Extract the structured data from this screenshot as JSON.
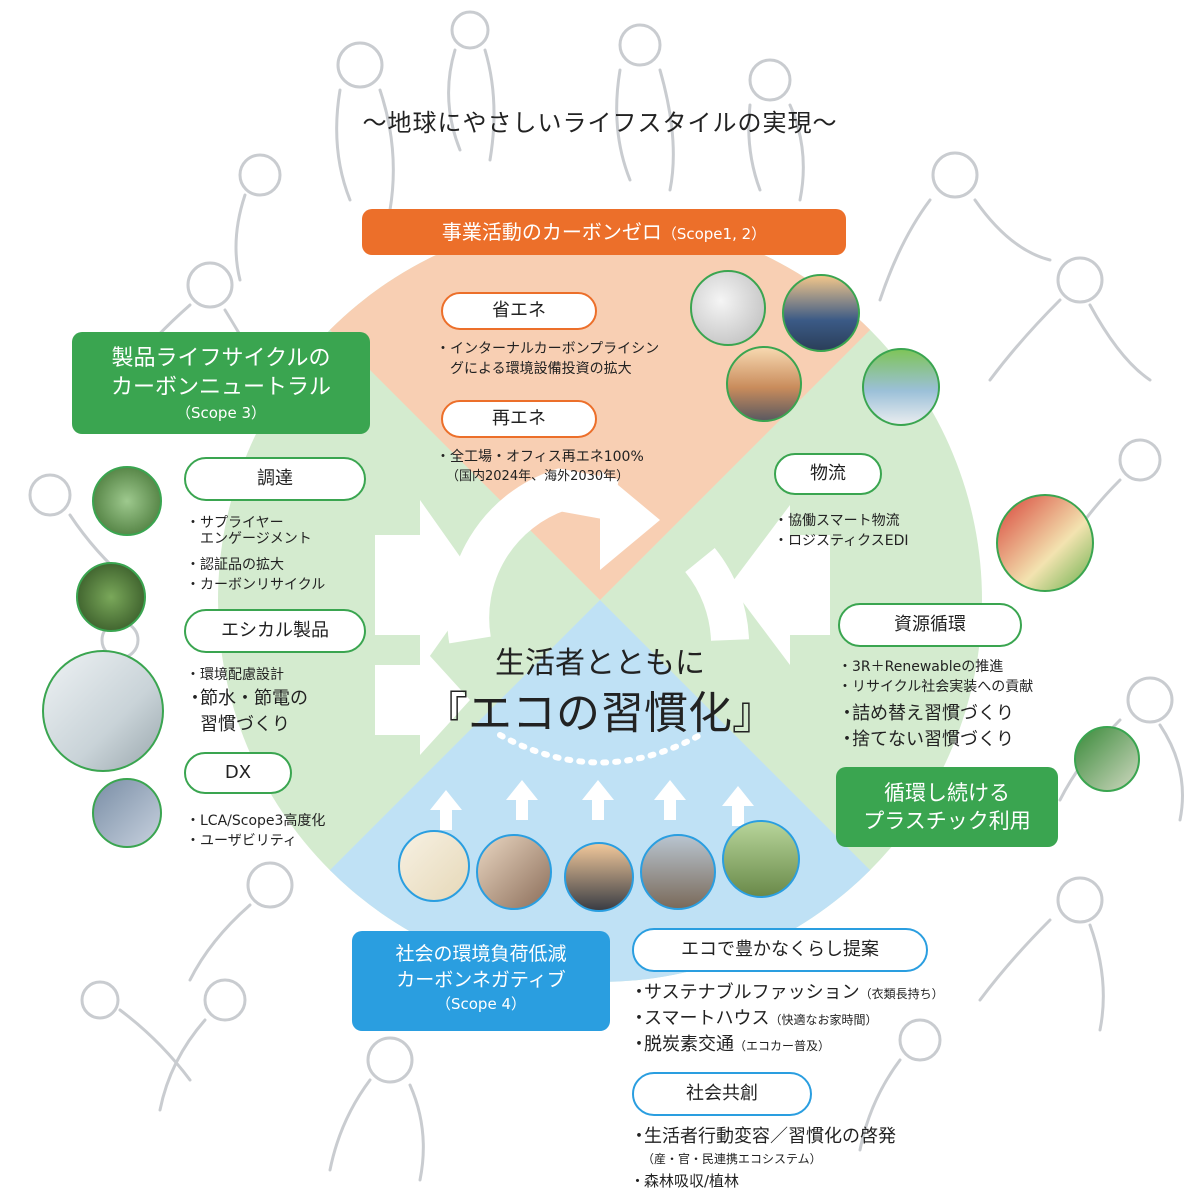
{
  "title": "～地球にやさしいライフスタイルの実現～",
  "center": {
    "line1": "生活者とともに",
    "line2": "『エコの習慣化』"
  },
  "scope12": {
    "label": "事業活動のカーボンゼロ",
    "scope": "（Scope1, 2）"
  },
  "scope3": {
    "line1": "製品ライフサイクルの",
    "line2": "カーボンニュートラル",
    "scope": "（Scope 3）"
  },
  "scope4": {
    "line1": "社会の環境負荷低減",
    "line2": "カーボンネガティブ",
    "scope": "（Scope 4）"
  },
  "plastic": {
    "line1": "循環し続ける",
    "line2": "プラスチック利用"
  },
  "energy_saving": {
    "label": "省エネ",
    "items": [
      "インターナルカーボンプライシン",
      "グによる環境設備投資の拡大"
    ]
  },
  "renewable": {
    "label": "再エネ",
    "item1": "全工場・オフィス再エネ100%",
    "item2": "（国内2024年、海外2030年）"
  },
  "procurement": {
    "label": "調達",
    "items": [
      "サプライヤー",
      "エンゲージメント",
      "認証品の拡大",
      "カーボンリサイクル"
    ]
  },
  "ethical": {
    "label": "エシカル製品",
    "item1": "環境配慮設計",
    "item2a": "節水・節電の",
    "item2b": "習慣づくり"
  },
  "dx": {
    "label": "DX",
    "items": [
      "LCA/Scope3高度化",
      "ユーザビリティ"
    ]
  },
  "logistics": {
    "label": "物流",
    "items": [
      "協働スマート物流",
      "ロジスティクスEDI"
    ]
  },
  "resource": {
    "label": "資源循環",
    "items": [
      "3R＋Renewableの推進",
      "リサイクル社会実装への貢献"
    ],
    "big": [
      "詰め替え習慣づくり",
      "捨てない習慣づくり"
    ]
  },
  "eco_life": {
    "label": "エコで豊かなくらし提案",
    "items": [
      {
        "main": "サステナブルファッション",
        "sub": "（衣類長持ち）"
      },
      {
        "main": "スマートハウス",
        "sub": "（快適なお家時間）"
      },
      {
        "main": "脱炭素交通",
        "sub": "（エコカー普及）"
      }
    ]
  },
  "co_creation": {
    "label": "社会共創",
    "item1": "生活者行動変容／習慣化の啓発",
    "item1sub": "（産・官・民連携エコシステム）",
    "item2": "森林吸収/植林"
  },
  "colors": {
    "orange": "#ec6f2a",
    "green": "#3aa550",
    "blue": "#2a9ee0",
    "peach": "#f8cfb3",
    "light_green": "#d4ebcf",
    "light_blue": "#bfe1f5"
  }
}
